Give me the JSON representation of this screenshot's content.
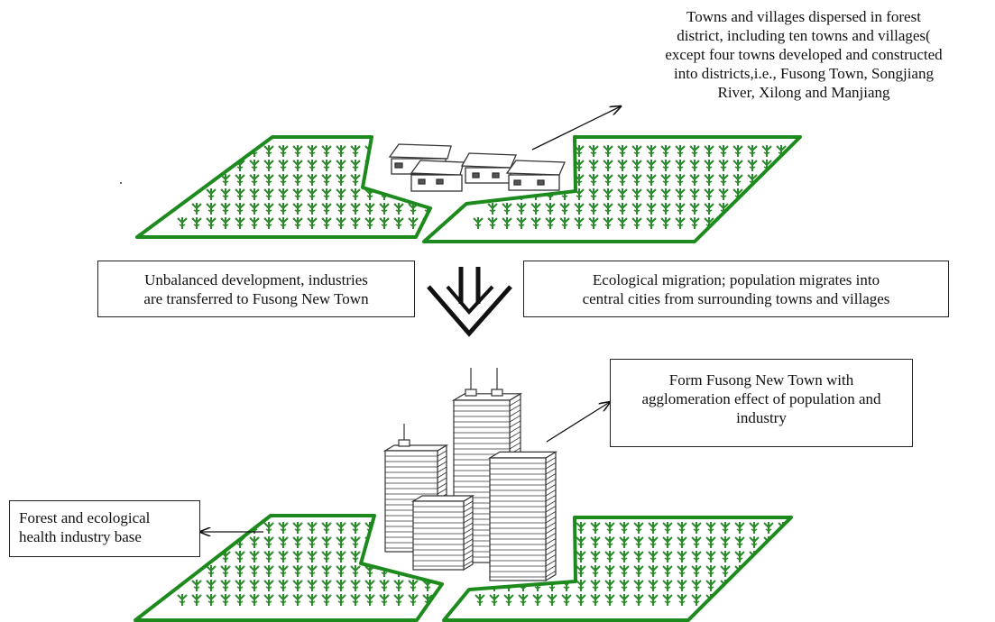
{
  "diagram": {
    "colors": {
      "land": "#1c8a1c",
      "plant": "#2a8a2a",
      "building_fill": "#ffffff",
      "building_stroke": "#333333",
      "arrow": "#111111"
    },
    "top_note": {
      "lines": [
        "Towns and villages dispersed in forest",
        "district, including ten towns and  villages(",
        "except four towns developed and constructed",
        "into districts,i.e., Fusong Town, Songjiang",
        "River, Xilong and Manjiang"
      ]
    },
    "left_box": {
      "lines": [
        "Unbalanced development, industries",
        "are transferred to Fusong New Town"
      ]
    },
    "right_box": {
      "lines": [
        "Ecological migration; population migrates into",
        "central cities from surrounding towns and villages"
      ]
    },
    "form_box": {
      "lines": [
        "Form Fusong New Town with",
        "agglomeration effect of population and",
        "industry"
      ]
    },
    "forest_box": {
      "lines": [
        "Forest and ecological",
        "health industry base"
      ]
    }
  }
}
